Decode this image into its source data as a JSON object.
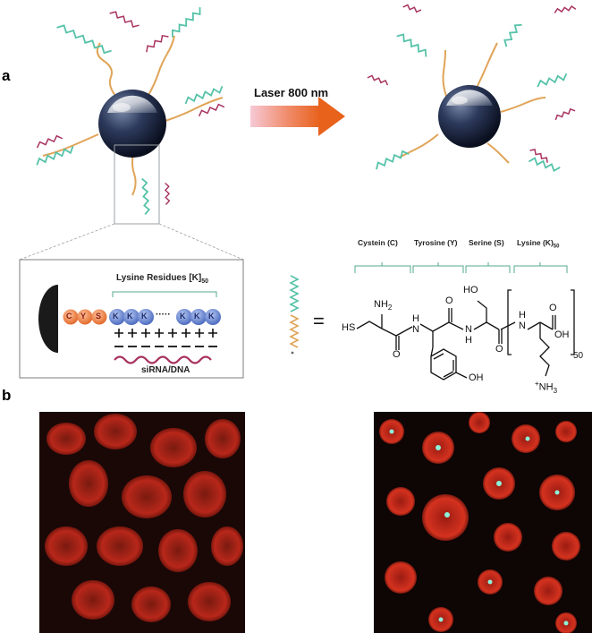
{
  "panels": {
    "a_label": "a",
    "b_label": "b"
  },
  "laser": {
    "label": "Laser 800 nm"
  },
  "inset": {
    "title": "Lysine Residues [K]",
    "title_sub": "50",
    "cys_letters": [
      "C",
      "Y",
      "S"
    ],
    "lys_letter": "K",
    "ellipsis": "·····",
    "nucleic_label": "siRNA/DNA"
  },
  "equals": "=",
  "residues": {
    "cys": "Cystein (C)",
    "tyr": "Tyrosine (Y)",
    "ser": "Serine (S)",
    "lys": "Lysine (K)",
    "lys_sub": "50"
  },
  "structure": {
    "hs": "HS",
    "nh2": "NH",
    "nh2_sub": "2",
    "nh": "H",
    "n": "N",
    "o": "O",
    "oh": "OH",
    "ho": "HO",
    "repeat": "50",
    "nh3": "NH",
    "nh3_sub": "3",
    "plus": "+"
  },
  "colors": {
    "gold": "#e0a458",
    "teal": "#55c2a8",
    "magenta": "#a8325f",
    "lysine_blue": "#5b7fc9",
    "cys_orange": "#e07a3c",
    "cell_red": "#c8281b",
    "nucleus_green": "#8ef0d8"
  }
}
